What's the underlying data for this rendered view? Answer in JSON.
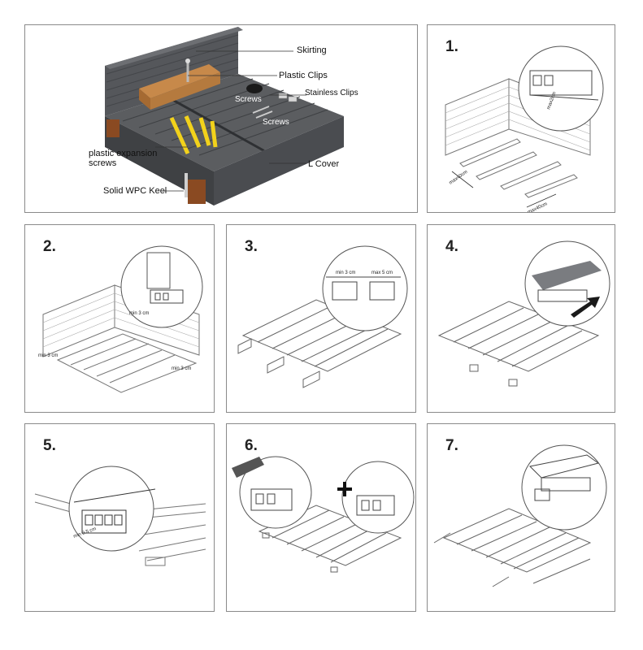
{
  "overview": {
    "labels": {
      "skirting": "Skirting",
      "plastic_clips": "Plastic Clips",
      "stainless_clips": "Stainless Clips",
      "screws_1": "Screws",
      "screws_2": "Screws",
      "expansion_screws": "plastic expansion\nscrews",
      "l_cover": "L Cover",
      "keel": "Solid WPC Keel"
    }
  },
  "steps": [
    {
      "number": "1.",
      "dims": [
        "max2cm",
        "max40cm",
        "max40cm"
      ]
    },
    {
      "number": "2.",
      "dims": [
        "min 3 cm",
        "min 3 cm",
        "min 3 cm"
      ]
    },
    {
      "number": "3.",
      "dims": [
        "min 3 cm",
        "max 5 cm"
      ]
    },
    {
      "number": "4.",
      "dims": []
    },
    {
      "number": "5.",
      "dims": [
        "min 0.5 cm"
      ]
    },
    {
      "number": "6.",
      "dims": []
    },
    {
      "number": "7.",
      "dims": []
    }
  ],
  "colors": {
    "border": "#8a8a8a",
    "board_dark": "#4a4c50",
    "keel_brown": "#8a4a22",
    "clip_tan": "#c7894a",
    "expansion_yellow": "#f2d21b"
  }
}
